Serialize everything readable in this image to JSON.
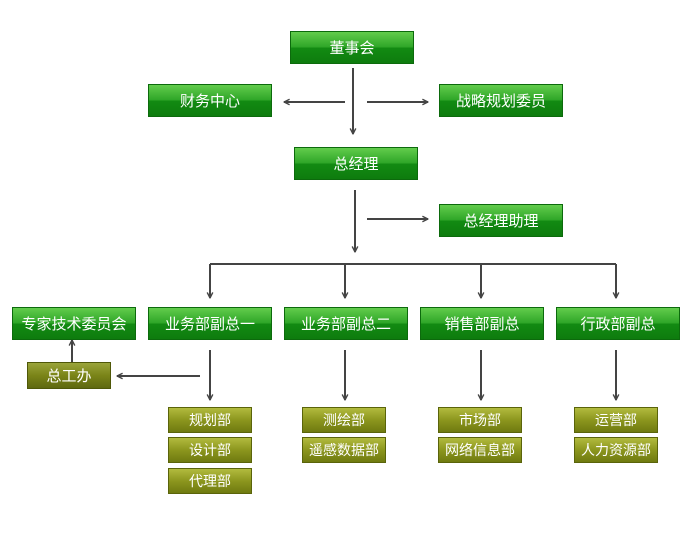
{
  "nodes": {
    "board": "董事会",
    "finance": "财务中心",
    "strategy": "战略规划委员",
    "gm": "总经理",
    "gm_assistant": "总经理助理",
    "tech_committee": "专家技术委员会",
    "vp_biz1": "业务部副总一",
    "vp_biz2": "业务部副总二",
    "vp_sales": "销售部副总",
    "vp_admin": "行政部副总",
    "chief_engineer_office": "总工办",
    "planning": "规划部",
    "design": "设计部",
    "agency": "代理部",
    "surveying": "测绘部",
    "remote_sensing": "遥感数据部",
    "market": "市场部",
    "network_info": "网络信息部",
    "operations": "运营部",
    "hr": "人力资源部"
  },
  "colors": {
    "primary_box": "#1e9a1e",
    "department_box": "#7f8a16",
    "connector": "#444444"
  }
}
